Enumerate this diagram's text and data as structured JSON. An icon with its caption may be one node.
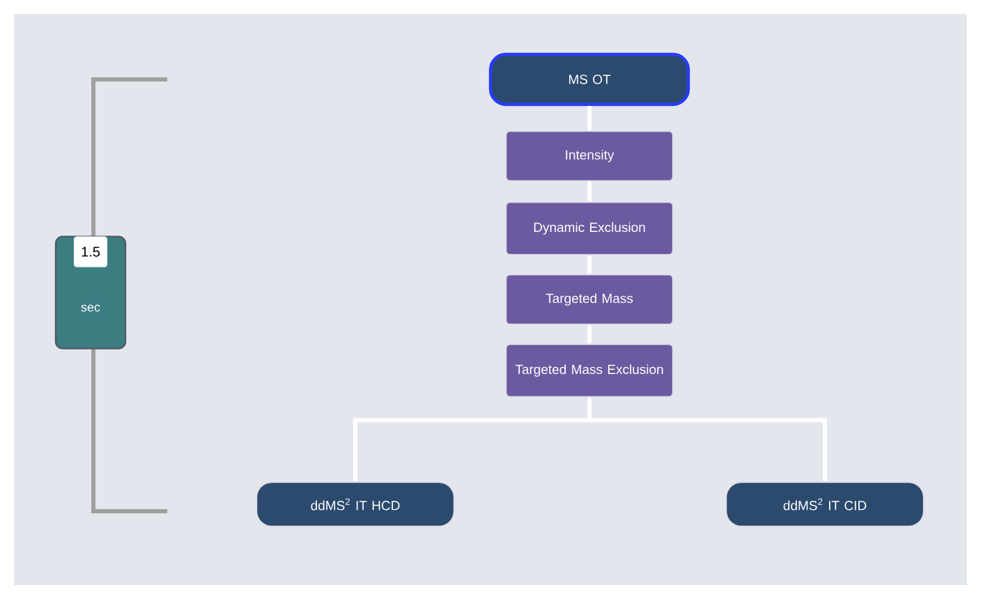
{
  "diagram": {
    "nodes": [
      {
        "text": [
          "MS OT"
        ]
      },
      {
        "text": [
          "Intensity"
        ]
      },
      {
        "text": [
          "Dynamic Exclusion"
        ]
      },
      {
        "text": [
          "Targeted Mass"
        ]
      },
      {
        "text": [
          "Targeted Mass Exclusion"
        ]
      },
      {
        "text": [
          "ddMS$^{2}$ IT HCD"
        ]
      },
      {
        "text": [
          "ddMS$^{2}$ IT CID"
        ]
      },
      {
        "text": [
          "1.5",
          "sec"
        ]
      }
    ],
    "edges": [
      {
        "from": 0,
        "to": 1,
        "arrow": "none"
      },
      {
        "from": 1,
        "to": 2,
        "arrow": "none"
      },
      {
        "from": 2,
        "to": 3,
        "arrow": "none"
      },
      {
        "from": 3,
        "to": 4,
        "arrow": "none"
      },
      {
        "from": 4,
        "to": 5,
        "arrow": "none"
      },
      {
        "from": 4,
        "to": 6,
        "arrow": "none"
      }
    ]
  }
}
